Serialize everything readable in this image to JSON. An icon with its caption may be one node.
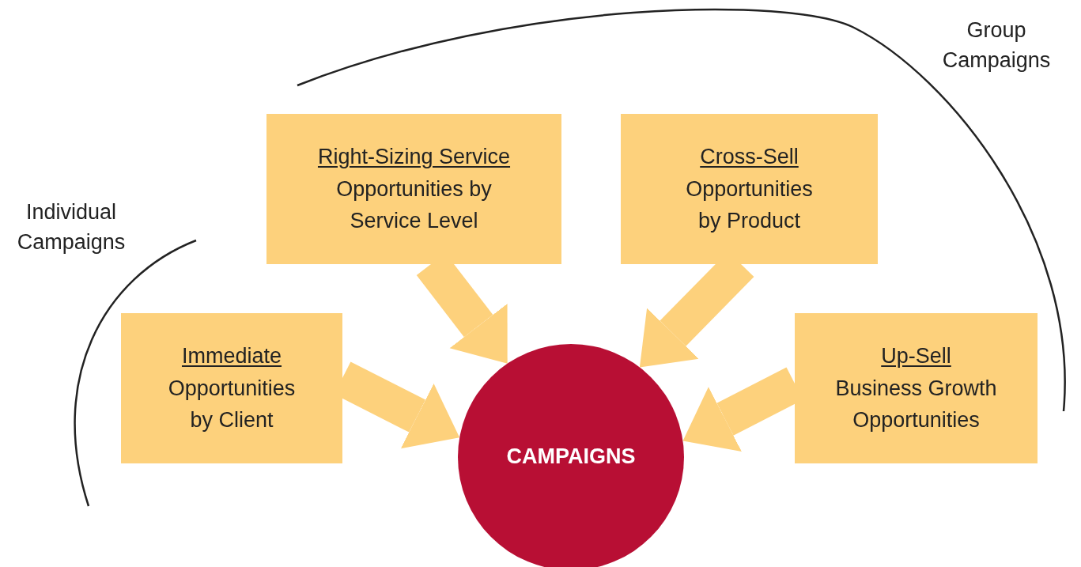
{
  "diagram": {
    "nodes": [
      {
        "text": [
          "Right-Sizing Service",
          "Opportunities by Service Level"
        ]
      },
      {
        "text": [
          "Cross-Sell",
          "Opportunities by Product"
        ]
      },
      {
        "text": [
          "Immediate",
          "Opportunities by Client"
        ]
      },
      {
        "text": [
          "Up-Sell",
          "Business Growth Opportunities"
        ]
      },
      {
        "text": [
          "CAMPAIGNS"
        ]
      }
    ],
    "edges": [
      {
        "from": 0,
        "to": 4,
        "arrow": "to"
      },
      {
        "from": 1,
        "to": 4,
        "arrow": "to"
      },
      {
        "from": 2,
        "to": 4,
        "arrow": "to"
      },
      {
        "from": 3,
        "to": 4,
        "arrow": "to"
      }
    ],
    "labels": [
      "Group Campaigns",
      "Individual Campaigns"
    ]
  }
}
